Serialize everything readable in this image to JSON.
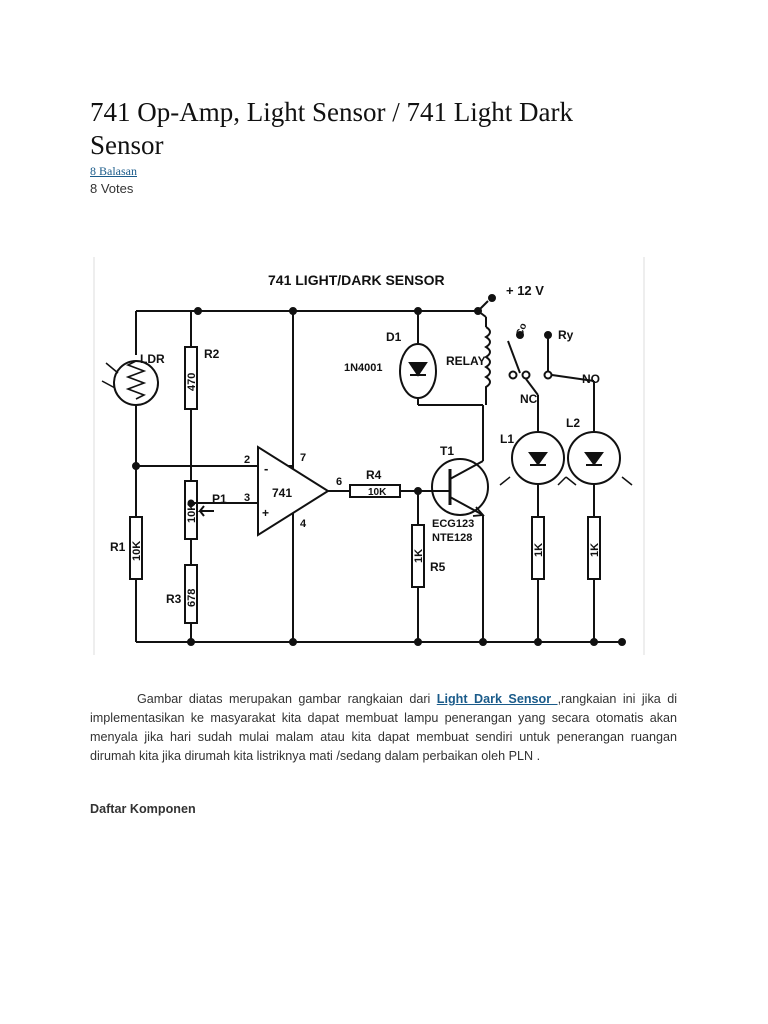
{
  "article": {
    "title": "741 Op-Amp, Light Sensor / 741 Light Dark Sensor",
    "replies_link": "8 Balasan",
    "votes": "8 Votes"
  },
  "diagram": {
    "title": "741 LIGHT/DARK SENSOR",
    "supply": "+ 12 V",
    "ldr": "LDR",
    "r1": "R1",
    "r1_value": "10K",
    "r2": "R2",
    "r2_value": "470",
    "p1": "P1",
    "p1_value": "10K",
    "r3": "R3",
    "r3_value": "678",
    "opamp": "741",
    "pin2": "2",
    "pin3": "3",
    "pin4": "4",
    "pin6": "6",
    "pin7": "7",
    "minus": "-",
    "plus": "+",
    "r4": "R4",
    "r4_value": "10K",
    "d1": "D1",
    "d1_value": "1N4001",
    "relay": "RELAY",
    "t1": "T1",
    "t1_part1": "ECG123",
    "t1_part2": "NTE128",
    "r5": "R5",
    "r5_value": "1K",
    "co": "Co",
    "ry": "Ry",
    "nc": "NC",
    "no": "NO",
    "l1": "L1",
    "l2": "L2",
    "l1_res": "1K",
    "l2_res": "1K"
  },
  "body": {
    "para_before": "Gambar diatas merupakan gambar rangkaian dari ",
    "para_link": "Light Dark Sensor ",
    "para_after": ",rangkaian ini jika di implementasikan ke masyarakat kita dapat membuat lampu penerangan yang secara otomatis akan menyala jika hari sudah mulai malam atau kita dapat membuat sendiri untuk penerangan ruangan dirumah kita jika dirumah kita listriknya mati /sedang dalam perbaikan oleh PLN .",
    "heading": "Daftar Komponen"
  }
}
